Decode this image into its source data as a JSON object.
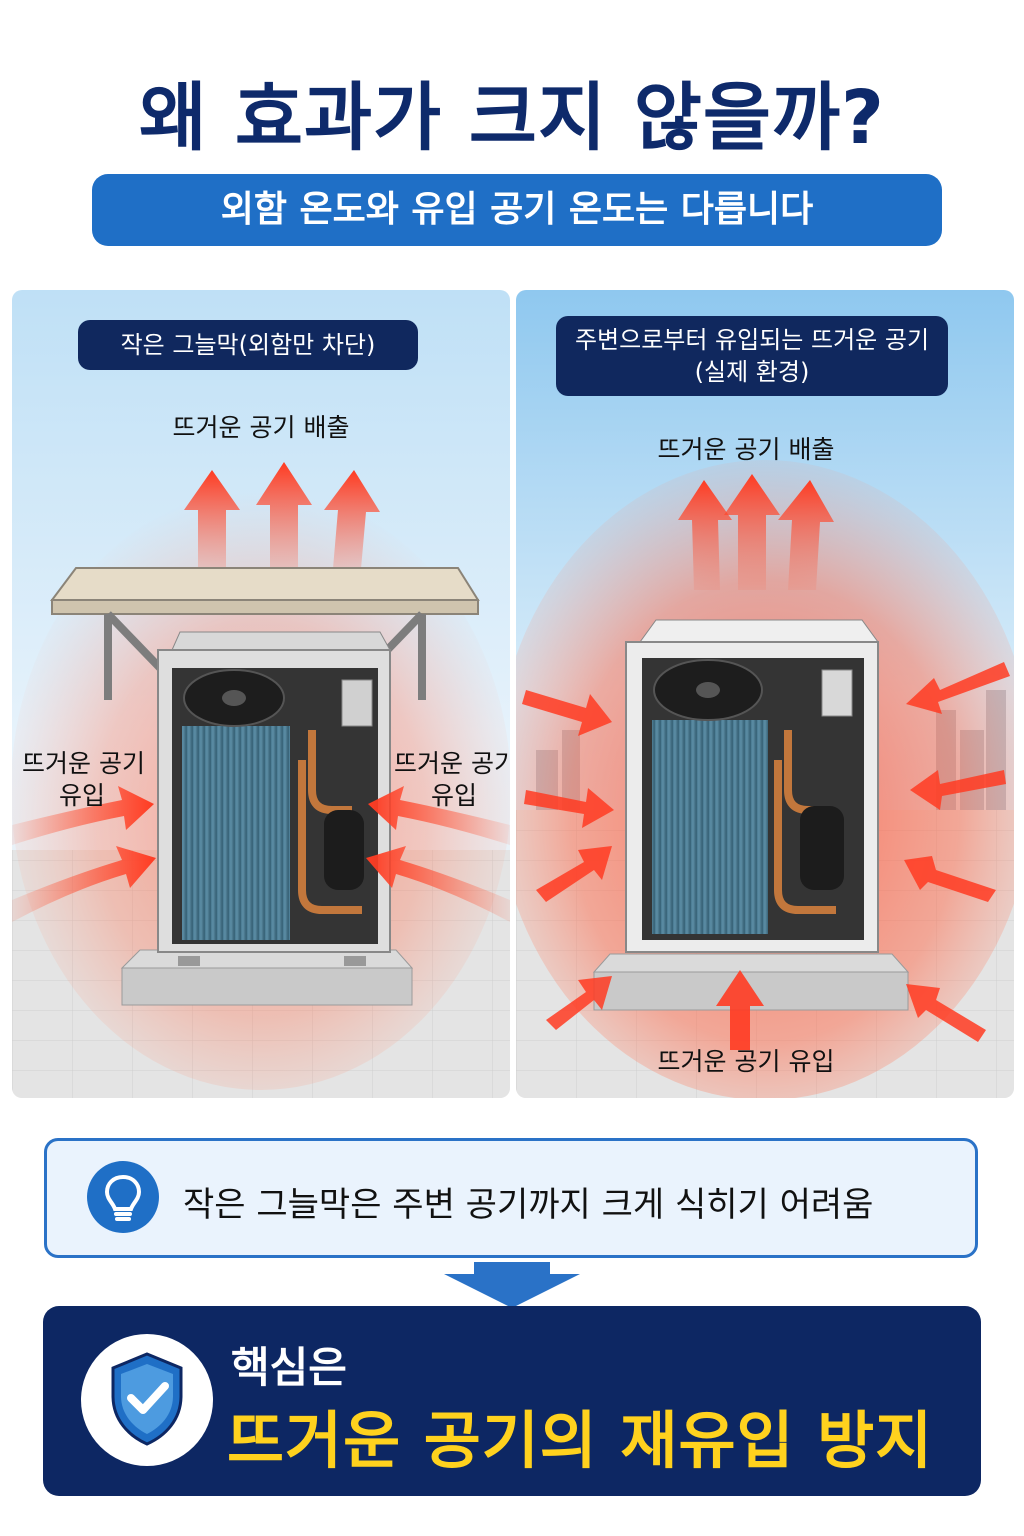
{
  "title": "왜 효과가 크지 않을까?",
  "subtitle": "외함 온도와 유입 공기 온도는 다릅니다",
  "left_panel": {
    "tag": "작은 그늘막(외함만 차단)",
    "exhaust_label": "뜨거운 공기 배출",
    "inflow_left_line1": "뜨거운 공기",
    "inflow_left_line2": "유입",
    "inflow_right_line1": "뜨거운 공기",
    "inflow_right_line2": "유입"
  },
  "right_panel": {
    "tag_line1": "주변으로부터 유입되는 뜨거운 공기",
    "tag_line2": "(실제 환경)",
    "exhaust_label": "뜨거운 공기 배출",
    "inflow_bottom_label": "뜨거운 공기 유입"
  },
  "info": {
    "icon": "lightbulb-icon",
    "text": "작은 그늘막은 주변 공기까지 크게 식히기 어려움"
  },
  "key": {
    "icon": "shield-check-icon",
    "label": "핵심은",
    "main": "뜨거운 공기의 재유입 방지"
  },
  "colors": {
    "navy": "#0e2a6b",
    "blue": "#1f6fc6",
    "heat": "#ff4a2e",
    "highlight": "#ffd21e"
  }
}
